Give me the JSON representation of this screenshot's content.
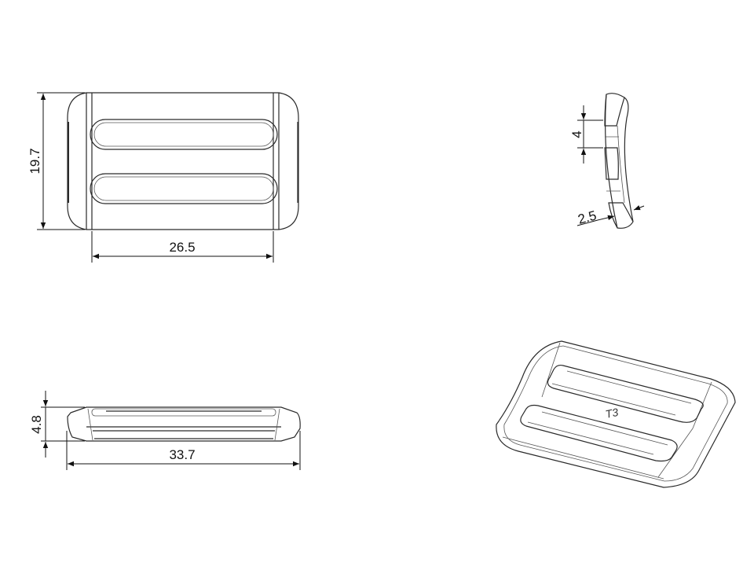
{
  "title": "Buckle slider technical drawing",
  "views": {
    "top": {
      "width_dim": "26.5",
      "height_dim": "19.7"
    },
    "side": {
      "length_dim": "33.7",
      "thickness_dim": "4.8"
    },
    "section": {
      "slot_dim": "4",
      "wall_dim": "2.5"
    },
    "iso": {
      "marking": "T3"
    }
  },
  "colors": {
    "line": "#2a2a2a",
    "background": "#ffffff"
  }
}
